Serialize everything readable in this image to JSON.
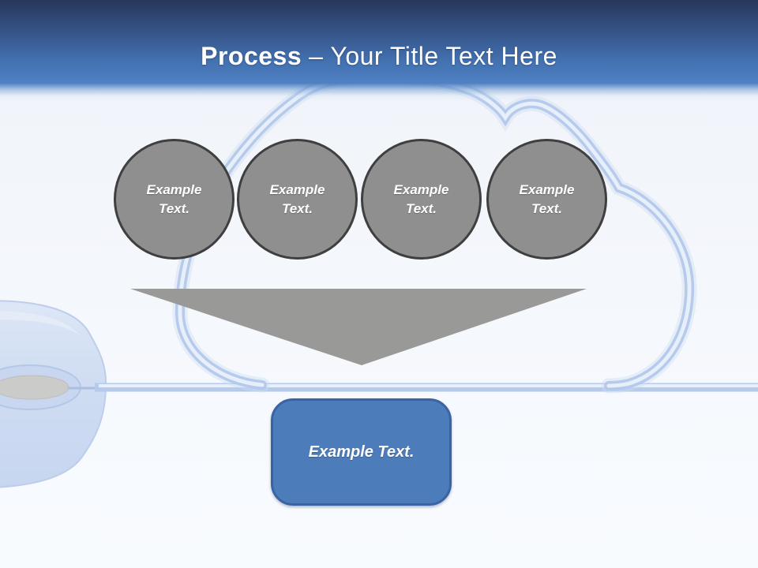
{
  "slide": {
    "header": {
      "title_bold": "Process",
      "title_separator": "–",
      "title_rest": "Your Title Text Here"
    },
    "diagram": {
      "steps": [
        {
          "label": "Example Text."
        },
        {
          "label": "Example Text."
        },
        {
          "label": "Example Text."
        },
        {
          "label": "Example Text."
        }
      ],
      "result_label": "Example Text."
    },
    "decor": {
      "background_icons": [
        "cloud-outline-icon",
        "computer-mouse-icon",
        "mouse-cable-icon"
      ]
    },
    "colors": {
      "header_top": "#26375a",
      "header_bottom": "#4f81c3",
      "title_text": "#ffffff",
      "step_fill": "#8f8f8f",
      "step_border": "#3f3f3f",
      "arrow_fill": "#999998",
      "result_fill": "#4d7cba",
      "result_border": "#3a63a3",
      "cloud_stroke": "#b0c6ea",
      "background": "#f3f6fb"
    }
  }
}
